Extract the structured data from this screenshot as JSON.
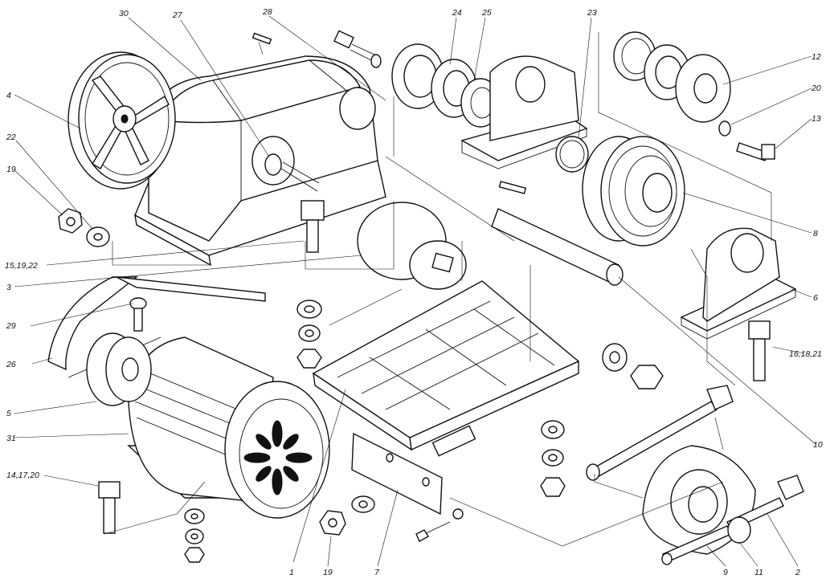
{
  "colors": {
    "ink": "#111111",
    "paper": "#ffffff"
  },
  "labels": [
    {
      "id": "l30",
      "text": "30"
    },
    {
      "id": "l27",
      "text": "27"
    },
    {
      "id": "l28",
      "text": "28"
    },
    {
      "id": "l24",
      "text": "24"
    },
    {
      "id": "l25",
      "text": "25"
    },
    {
      "id": "l23",
      "text": "23"
    },
    {
      "id": "l12",
      "text": "12"
    },
    {
      "id": "l20a",
      "text": "20"
    },
    {
      "id": "l13",
      "text": "13"
    },
    {
      "id": "l4",
      "text": "4"
    },
    {
      "id": "l22",
      "text": "22"
    },
    {
      "id": "l19a",
      "text": "19"
    },
    {
      "id": "l15",
      "text": "15,19,22"
    },
    {
      "id": "l3",
      "text": "3"
    },
    {
      "id": "l29",
      "text": "29"
    },
    {
      "id": "l26",
      "text": "26"
    },
    {
      "id": "l5",
      "text": "5"
    },
    {
      "id": "l31",
      "text": "31"
    },
    {
      "id": "l14",
      "text": "14,17,20"
    },
    {
      "id": "l8",
      "text": "8"
    },
    {
      "id": "l6",
      "text": "6"
    },
    {
      "id": "l16",
      "text": "16,18,21"
    },
    {
      "id": "l10",
      "text": "10"
    },
    {
      "id": "l1",
      "text": "1"
    },
    {
      "id": "l19b",
      "text": "19"
    },
    {
      "id": "l7",
      "text": "7"
    },
    {
      "id": "l9",
      "text": "9"
    },
    {
      "id": "l11",
      "text": "11"
    },
    {
      "id": "l2",
      "text": "2"
    }
  ]
}
